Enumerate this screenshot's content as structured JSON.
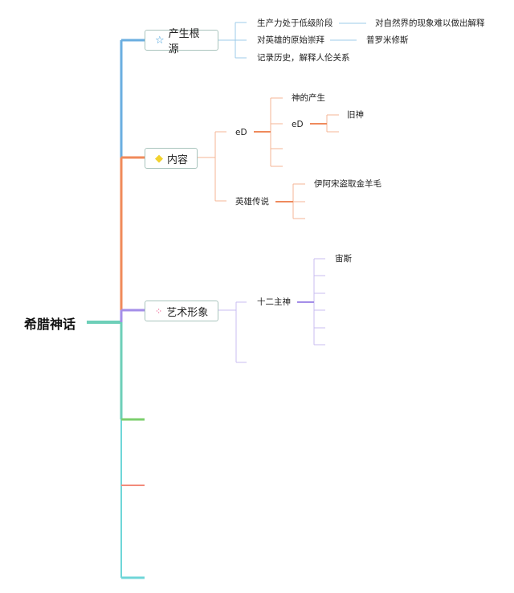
{
  "root": {
    "label": "希腊神话"
  },
  "topics": [
    {
      "label": "产生根源",
      "icon": "star-icon",
      "color": "#6aaee0",
      "children": [
        {
          "label": "生产力处于低级阶段",
          "child": "对自然界的现象难以做出解释"
        },
        {
          "label": "对英雄的原始崇拜",
          "child": "普罗米修斯"
        },
        {
          "label": "记录历史，解释人伦关系"
        }
      ]
    },
    {
      "label": "内容",
      "icon": "gem-icon",
      "color": "#f08a5a",
      "children": [
        {
          "label": "eD",
          "children": [
            {
              "label": "神的产生"
            },
            {
              "label": "eD",
              "child": "旧神"
            }
          ]
        },
        {
          "label": "英雄传说",
          "child": "伊阿宋盗取金羊毛"
        }
      ]
    },
    {
      "label": "艺术形象",
      "icon": "magic-wand-icon",
      "color": "#a48ee8",
      "children": [
        {
          "label": "十二主神",
          "child": "宙斯"
        }
      ]
    }
  ],
  "colors": {
    "root_line": "#6dcfb8",
    "green": "#7ccf6e",
    "cyan": "#6fd6d8",
    "salmon": "#f28a7a"
  }
}
